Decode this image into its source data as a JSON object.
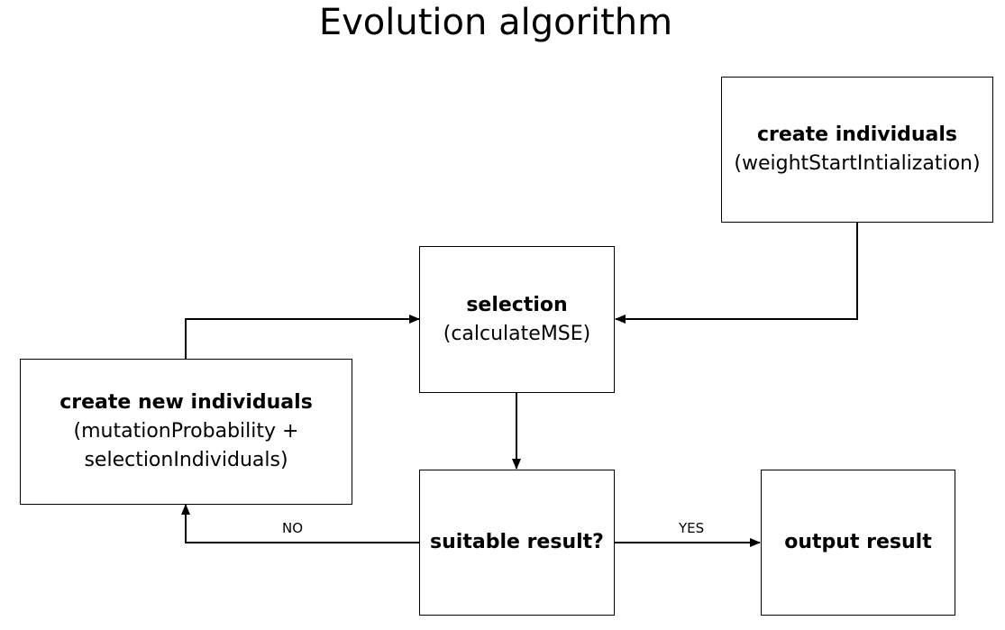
{
  "title": "Evolution algorithm",
  "nodes": {
    "create_individuals": {
      "title": "create individuals",
      "detail": "(weightStartIntialization)"
    },
    "selection": {
      "title": "selection",
      "detail": "(calculateMSE)"
    },
    "create_new_individuals": {
      "title": "create new individuals",
      "detail_line1": "(mutationProbability +",
      "detail_line2": "selectionIndividuals)"
    },
    "suitable_result": {
      "title": "suitable result?"
    },
    "output_result": {
      "title": "output result"
    }
  },
  "edge_labels": {
    "no": "NO",
    "yes": "YES"
  }
}
